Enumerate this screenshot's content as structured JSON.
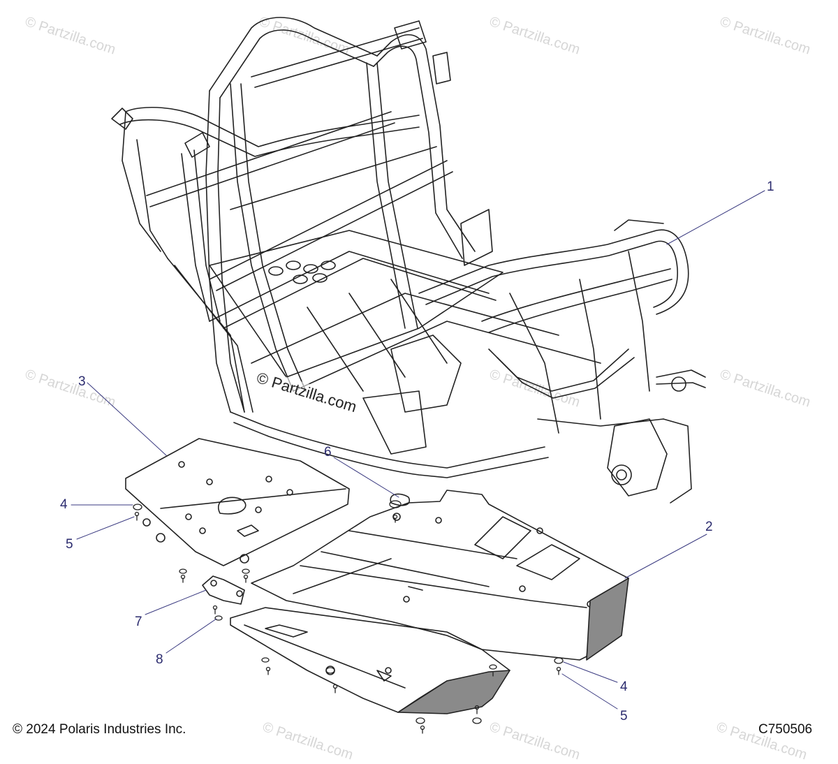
{
  "watermark_text": "© Partzilla.com",
  "center_watermark": "© Partzilla.com",
  "copyright": "© 2024 Polaris Industries Inc.",
  "figure_code": "C750506",
  "callouts": {
    "c1": "1",
    "c2": "2",
    "c3": "3",
    "c4a": "4",
    "c4b": "4",
    "c5a": "5",
    "c5b": "5",
    "c6": "6",
    "c7": "7",
    "c8": "8"
  },
  "colors": {
    "line": "#222222",
    "callout": "#2b2b6e",
    "leader": "#3a3a80",
    "watermark": "#d6d6d6",
    "skid": "#8a8a8a"
  }
}
